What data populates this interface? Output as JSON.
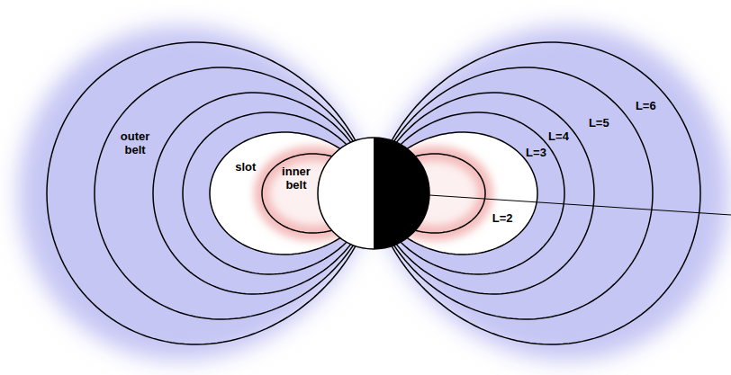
{
  "diagram": {
    "labels": [
      "outer belt",
      "slot",
      "inner belt",
      "L=2",
      "L=3",
      "L=4",
      "L=5",
      "L=6"
    ]
  }
}
